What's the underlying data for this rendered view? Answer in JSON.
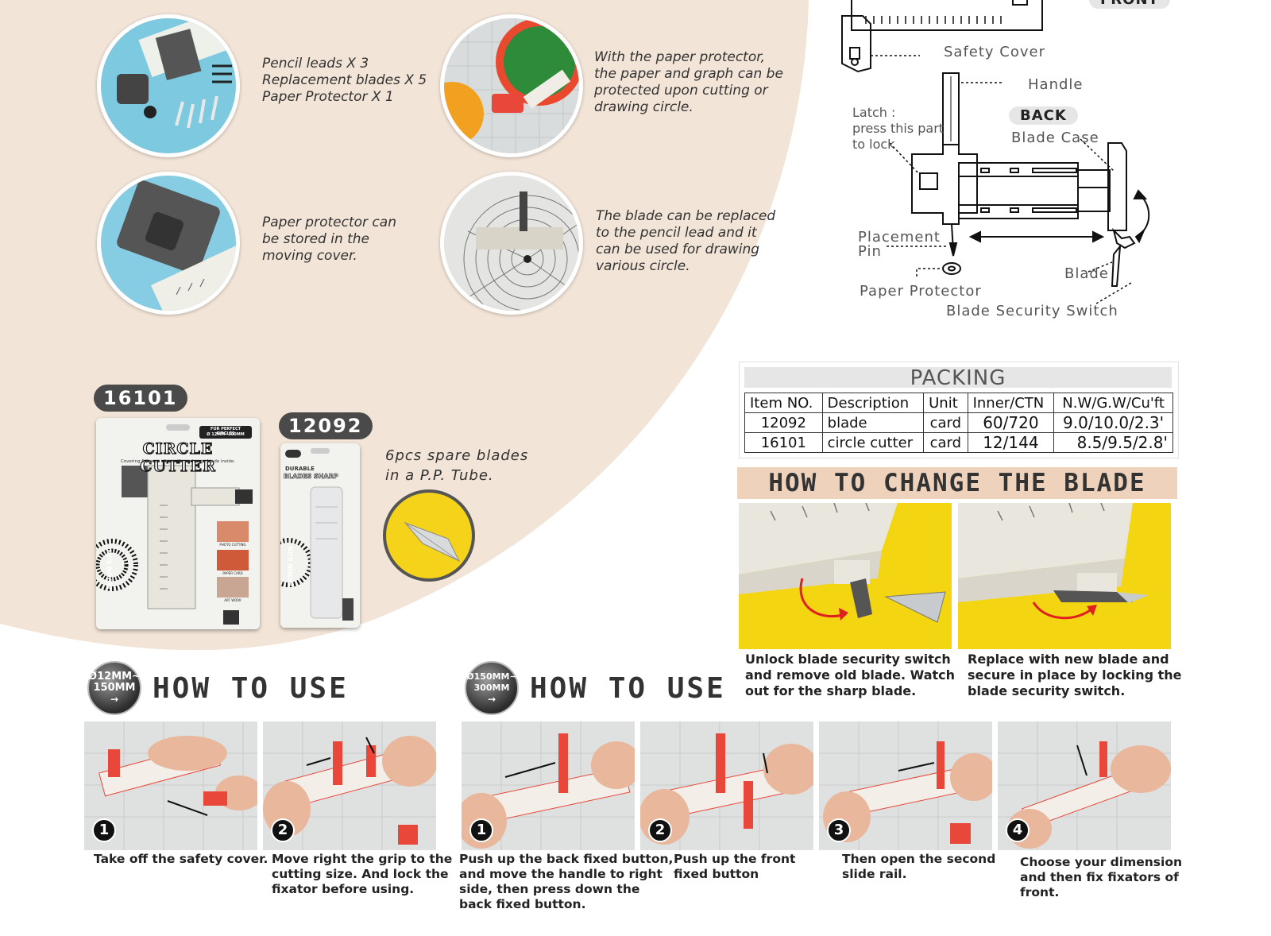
{
  "features": [
    {
      "lines": [
        "Pencil leads X 3",
        "Replacement blades X 5",
        "Paper Protector X 1"
      ]
    },
    {
      "lines": [
        "With the paper protector,",
        "the paper and graph can be",
        "protected upon cutting or",
        "drawing circle."
      ]
    },
    {
      "lines": [
        "Paper protector can",
        "be stored in the",
        "moving cover."
      ]
    },
    {
      "lines": [
        "The blade can be replaced",
        "to the pencil lead and it",
        "can be used for drawing",
        "various circle."
      ]
    }
  ],
  "products": {
    "cutter": {
      "model": "16101",
      "pack_title": "CIRCLE CUTTER",
      "pack_tag": "FOR PERFECT CIRCLES",
      "pack_range": "Ø 12MM~300MM",
      "pack_sub": "Covering 5 pieces of specific exchange blade inside.",
      "side_labels": [
        "PHOTO CUTTING",
        "PAPER CARD",
        "ART WORK"
      ],
      "brand": "MOON SUN"
    },
    "blades": {
      "model": "12092",
      "pack_line1": "DURABLE",
      "pack_line2": "BLADES SHARP",
      "brand": "MOON SUN",
      "note_lines": [
        "6pcs spare blades",
        "in a P.P. Tube."
      ]
    }
  },
  "diagram": {
    "front_label": "FRONT",
    "back_label": "BACK",
    "labels": {
      "safety_cover": "Safety Cover",
      "handle": "Handle",
      "latch": [
        "Latch :",
        "press this part",
        "to lock"
      ],
      "blade_case": "Blade Case",
      "placement_pin": [
        "Placement",
        "Pin"
      ],
      "blade": "Blade",
      "paper_protector": "Paper Protector",
      "blade_security_switch": "Blade Security Switch"
    }
  },
  "packing": {
    "title": "PACKING",
    "headers": [
      "Item NO.",
      "Description",
      "Unit",
      "Inner/CTN",
      "N.W/G.W/Cu'ft"
    ],
    "rows": [
      [
        "12092",
        "blade",
        "card",
        "60/720",
        "9.0/10.0/2.3'"
      ],
      [
        "16101",
        "circle cutter",
        "card",
        "12/144",
        "8.5/9.5/2.8'"
      ]
    ]
  },
  "change_blade": {
    "title": "HOW TO CHANGE THE BLADE",
    "steps": [
      {
        "lines": [
          "Unlock blade security switch",
          "and remove old blade.  Watch",
          "out for the sharp blade."
        ]
      },
      {
        "lines": [
          "Replace with new blade and",
          "secure in place by locking the",
          "blade security switch."
        ]
      }
    ]
  },
  "howto_small": {
    "icon_lines": [
      "Ø12MM~",
      "150MM"
    ],
    "title": "HOW TO USE",
    "steps": [
      {
        "num": "1",
        "lines": [
          "Take off the safety cover."
        ]
      },
      {
        "num": "2",
        "lines": [
          "Move right the grip to the",
          "cutting size.  And lock the",
          "fixator before using."
        ]
      }
    ]
  },
  "howto_large": {
    "icon_lines": [
      "Ø150MM~",
      "300MM"
    ],
    "title": "HOW TO USE",
    "steps": [
      {
        "num": "1",
        "lines": [
          "Push up the back fixed button,",
          "and move the handle to right",
          "side, then press down the",
          "back fixed button."
        ]
      },
      {
        "num": "2",
        "lines": [
          "Push up the front",
          "fixed button"
        ]
      },
      {
        "num": "3",
        "lines": [
          "Then open the second",
          "slide rail."
        ]
      },
      {
        "num": "4",
        "lines": [
          "Choose your dimension",
          "and then fix fixators of",
          "front."
        ]
      }
    ]
  },
  "colors": {
    "background_arc": "#f2e4d7",
    "badge": "#4a4a4a",
    "banner": "#efd2bb",
    "cutter_red": "#e8473a",
    "blade_yellow": "#f5d31b"
  },
  "icons": {
    "arrow": "→"
  }
}
